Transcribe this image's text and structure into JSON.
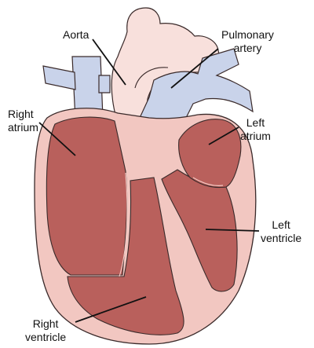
{
  "labels": {
    "aorta": [
      "Aorta"
    ],
    "pulmonary_artery": [
      "Pulmonary",
      "artery"
    ],
    "right_atrium": [
      "Right",
      "atrium"
    ],
    "left_atrium": [
      "Left",
      "atrium"
    ],
    "left_ventricle": [
      "Left",
      "ventricle"
    ],
    "right_ventricle": [
      "Right",
      "ventricle"
    ]
  },
  "colors": {
    "pericardium": "#f2c7c1",
    "myocardium": "#b9605c",
    "vessel_pink": "#f8e0dc",
    "vein_blue": "#c9d3ea",
    "outline": "#3a2a2a",
    "leader": "#111111"
  }
}
